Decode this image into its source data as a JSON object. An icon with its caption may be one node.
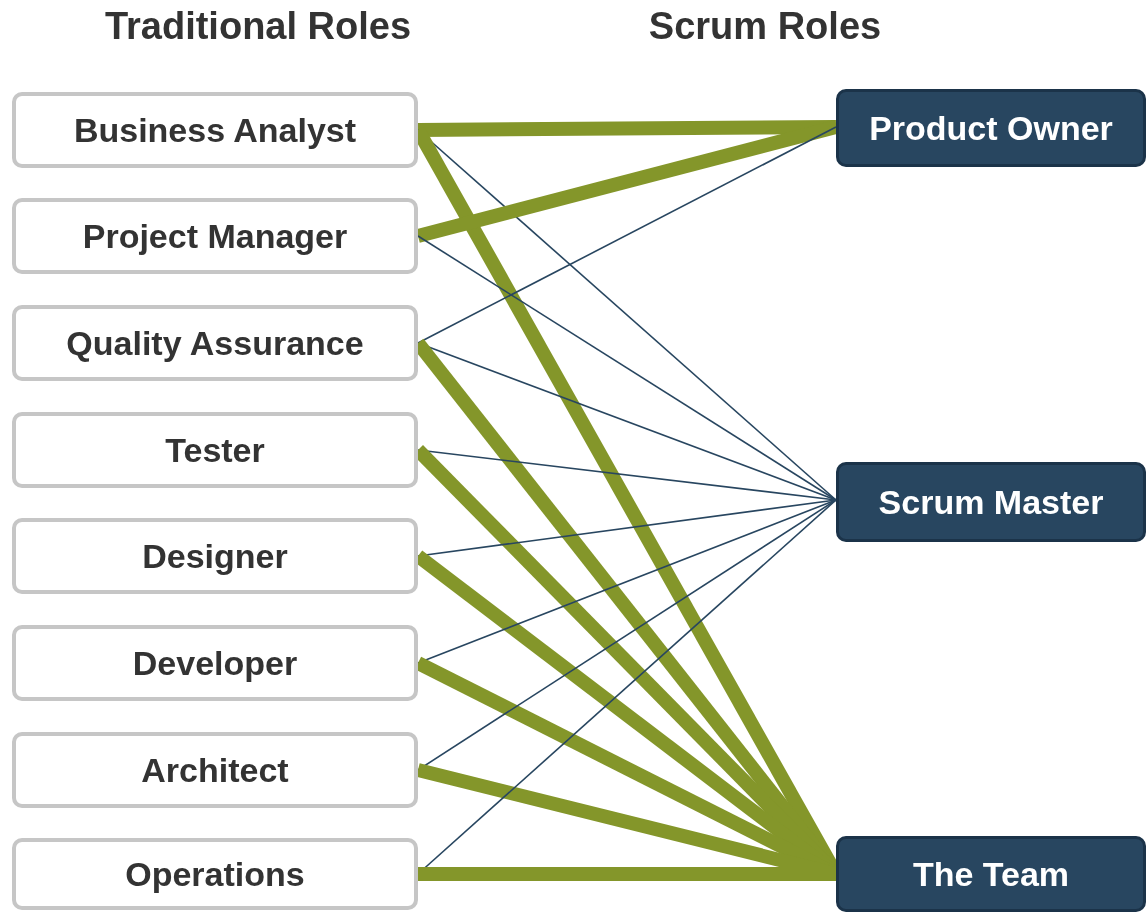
{
  "diagram": {
    "nodes": [
      {
        "text": [
          "Business Analyst"
        ]
      },
      {
        "text": [
          "Project Manager"
        ]
      },
      {
        "text": [
          "Quality Assurance"
        ]
      },
      {
        "text": [
          "Tester"
        ]
      },
      {
        "text": [
          "Designer"
        ]
      },
      {
        "text": [
          "Developer"
        ]
      },
      {
        "text": [
          "Architect"
        ]
      },
      {
        "text": [
          "Operations"
        ]
      },
      {
        "text": [
          "Product Owner"
        ]
      },
      {
        "text": [
          "Scrum Master"
        ]
      },
      {
        "text": [
          "The Team"
        ]
      }
    ],
    "edges": [
      {
        "from": 0,
        "to": 8,
        "arrow": "none",
        "style": "thick",
        "color": "#84962a"
      },
      {
        "from": 0,
        "to": 9,
        "arrow": "none",
        "color": "#284660"
      },
      {
        "from": 0,
        "to": 10,
        "arrow": "none",
        "style": "thick",
        "color": "#84962a"
      },
      {
        "from": 1,
        "to": 8,
        "arrow": "none",
        "style": "thick",
        "color": "#84962a"
      },
      {
        "from": 1,
        "to": 9,
        "arrow": "none",
        "color": "#284660"
      },
      {
        "from": 2,
        "to": 8,
        "arrow": "none",
        "color": "#284660"
      },
      {
        "from": 2,
        "to": 9,
        "arrow": "none",
        "color": "#284660"
      },
      {
        "from": 2,
        "to": 10,
        "arrow": "none",
        "style": "thick",
        "color": "#84962a"
      },
      {
        "from": 3,
        "to": 9,
        "arrow": "none",
        "color": "#284660"
      },
      {
        "from": 3,
        "to": 10,
        "arrow": "none",
        "style": "thick",
        "color": "#84962a"
      },
      {
        "from": 4,
        "to": 9,
        "arrow": "none",
        "color": "#284660"
      },
      {
        "from": 4,
        "to": 10,
        "arrow": "none",
        "style": "thick",
        "color": "#84962a"
      },
      {
        "from": 5,
        "to": 9,
        "arrow": "none",
        "color": "#284660"
      },
      {
        "from": 5,
        "to": 10,
        "arrow": "none",
        "style": "thick",
        "color": "#84962a"
      },
      {
        "from": 6,
        "to": 9,
        "arrow": "none",
        "color": "#284660"
      },
      {
        "from": 6,
        "to": 10,
        "arrow": "none",
        "style": "thick",
        "color": "#84962a"
      },
      {
        "from": 7,
        "to": 9,
        "arrow": "none",
        "color": "#284660"
      },
      {
        "from": 7,
        "to": 10,
        "arrow": "none",
        "style": "thick",
        "color": "#84962a"
      }
    ],
    "labels": [
      "Traditional Roles",
      "Scrum Roles"
    ]
  }
}
